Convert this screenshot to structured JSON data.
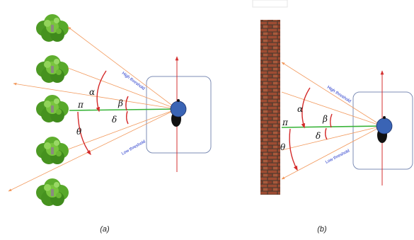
{
  "panel_a": {
    "caption": "(a)",
    "angles": {
      "alpha": "α",
      "beta": "β",
      "pi": "π",
      "delta": "δ",
      "theta": "θ"
    },
    "high_label": "High threshold",
    "low_label": "Low threshold",
    "obstacle": "trees"
  },
  "panel_b": {
    "caption": "(b)",
    "angles": {
      "alpha": "α",
      "beta": "β",
      "pi": "π",
      "delta": "δ",
      "theta": "θ"
    },
    "high_label": "High threshold",
    "low_label": "Low threshold",
    "obstacle": "brick-wall"
  },
  "colors": {
    "rays": "#f29a5e",
    "ground_line": "#37b337",
    "arc": "#d42a2a",
    "vertical": "#d43030",
    "box": "#7d8db5",
    "robot": "#3a64b5",
    "label": "#1a2fc8"
  }
}
